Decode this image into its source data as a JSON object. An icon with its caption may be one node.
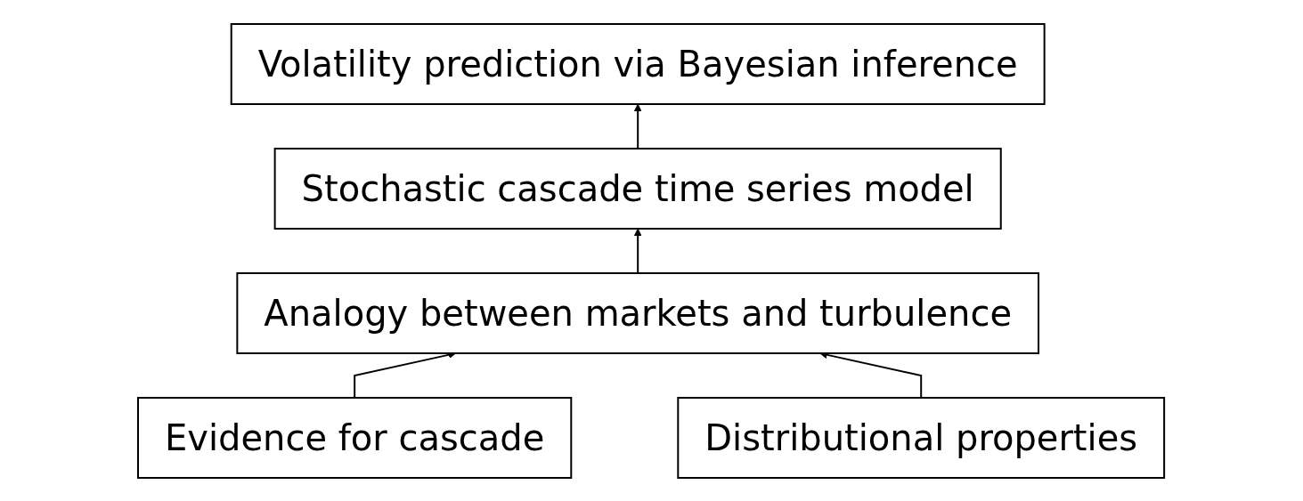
{
  "diagram": {
    "nodes": [
      {
        "text": [
          "Volatility prediction via Bayesian inference"
        ]
      },
      {
        "text": [
          "Stochastic cascade time series model"
        ]
      },
      {
        "text": [
          "Analogy between markets and turbulence"
        ]
      },
      {
        "text": [
          "Evidence for cascade"
        ]
      },
      {
        "text": [
          "Distributional properties"
        ]
      }
    ],
    "edges": [
      {
        "from": 1,
        "to": 0,
        "arrow": "to"
      },
      {
        "from": 2,
        "to": 1,
        "arrow": "to"
      },
      {
        "from": 3,
        "to": 2,
        "arrow": "to"
      },
      {
        "from": 4,
        "to": 2,
        "arrow": "to"
      }
    ]
  }
}
